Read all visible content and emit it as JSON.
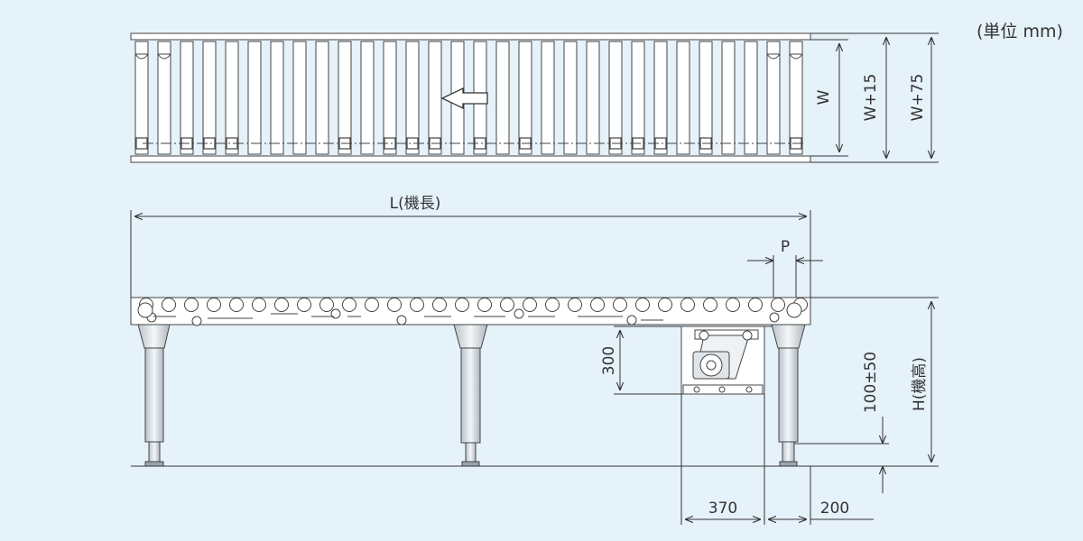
{
  "unit_note": "(単位 mm)",
  "plan_view": {
    "dims": {
      "w": "W",
      "w15": "W+15",
      "w75": "W+75"
    }
  },
  "side_view": {
    "dims": {
      "length": "L(機長)",
      "pitch": "P",
      "drive_height": "300",
      "drive_width": "370",
      "end_offset": "200",
      "adjust": "100±50",
      "height": "H(機高)"
    }
  }
}
